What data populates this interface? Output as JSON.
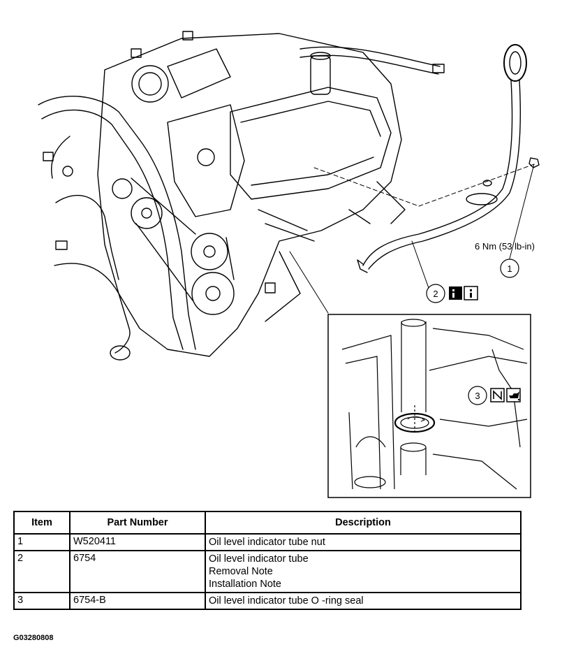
{
  "callouts": {
    "c1": {
      "number": "1",
      "torque": "6 Nm (53 lb-in)"
    },
    "c2": {
      "number": "2",
      "icon": "info-note-icon"
    },
    "c3": {
      "number": "3",
      "icons": [
        "new-part-icon",
        "oil-can-icon"
      ]
    }
  },
  "table": {
    "headers": {
      "item": "Item",
      "part": "Part Number",
      "desc": "Description"
    },
    "rows": [
      {
        "item": "1",
        "part": "W520411",
        "desc": [
          "Oil level indicator tube nut"
        ]
      },
      {
        "item": "2",
        "part": "6754",
        "desc": [
          "Oil level indicator tube",
          "Removal Note",
          "Installation Note"
        ]
      },
      {
        "item": "3",
        "part": "6754-B",
        "desc": [
          "Oil level indicator tube O -ring seal"
        ]
      }
    ]
  },
  "figure_id": "G03280808"
}
